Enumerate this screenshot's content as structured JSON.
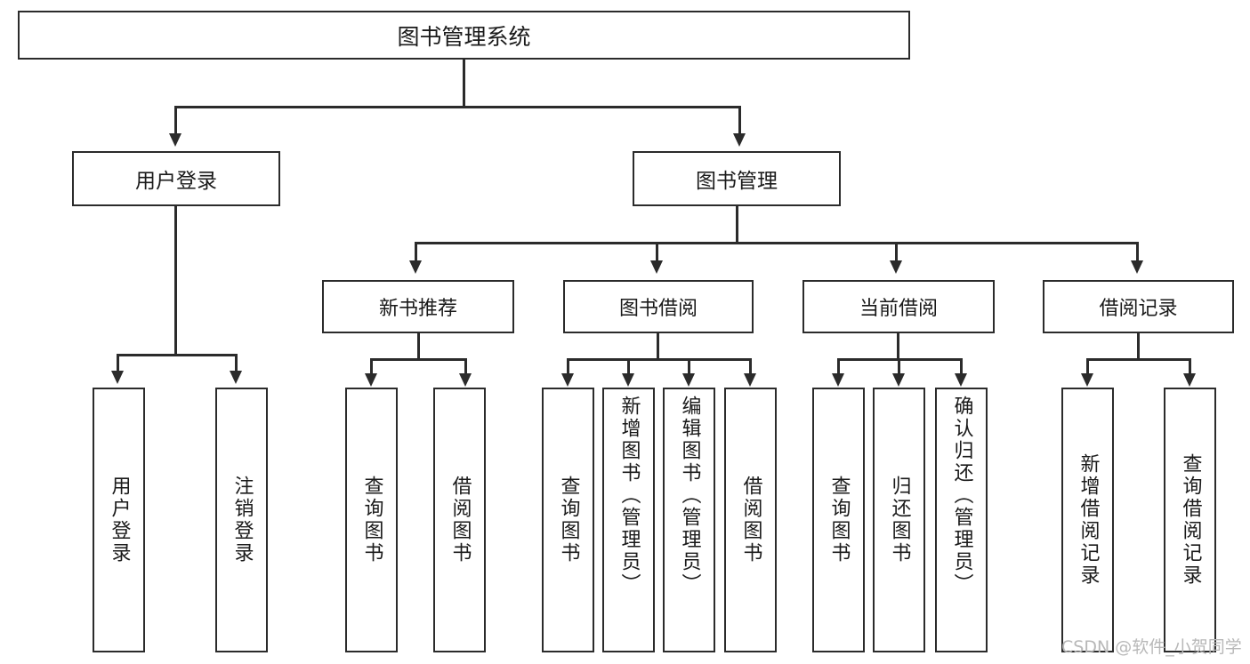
{
  "diagram": {
    "title": "图书管理系统",
    "watermark": "CSDN @软件_小贺同学",
    "root": {
      "label": "图书管理系统"
    },
    "level2": [
      {
        "label": "用户登录"
      },
      {
        "label": "图书管理"
      }
    ],
    "level3": [
      {
        "label": "新书推荐"
      },
      {
        "label": "图书借阅"
      },
      {
        "label": "当前借阅"
      },
      {
        "label": "借阅记录"
      }
    ],
    "leaves": {
      "user_login": [
        {
          "label": "用户登录"
        },
        {
          "label": "注销登录"
        }
      ],
      "new_book_recommend": [
        {
          "label": "查询图书"
        },
        {
          "label": "借阅图书"
        }
      ],
      "book_borrow": [
        {
          "label": "查询图书"
        },
        {
          "label": "新增图书（管理员）"
        },
        {
          "label": "编辑图书（管理员）"
        },
        {
          "label": "借阅图书"
        }
      ],
      "current_borrow": [
        {
          "label": "查询图书"
        },
        {
          "label": "归还图书"
        },
        {
          "label": "确认归还（管理员）"
        }
      ],
      "borrow_records": [
        {
          "label": "新增借阅记录"
        },
        {
          "label": "查询借阅记录"
        }
      ]
    }
  },
  "colors": {
    "stroke": "#2b2b2b",
    "background": "#ffffff",
    "text": "#1a1a1a",
    "watermark": "#b8b8b8"
  }
}
